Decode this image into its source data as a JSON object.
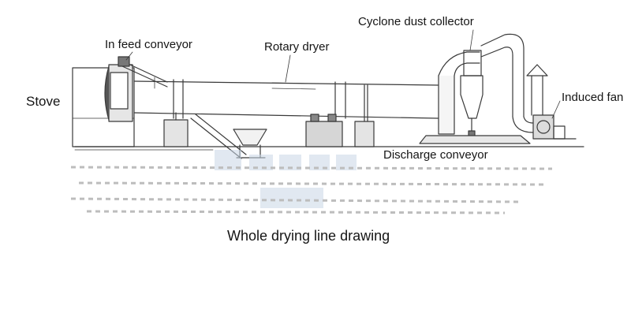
{
  "labels": {
    "in_feed_conveyor": "In feed conveyor",
    "rotary_dryer": "Rotary dryer",
    "cyclone_dust_collector": "Cyclone dust collector",
    "stove": "Stove",
    "induced_fan": "Induced fan",
    "discharge_conveyor": "Discharge conveyor"
  },
  "caption": "Whole drying line drawing",
  "colors": {
    "line": "#3a3a3a",
    "paper": "#ffffff",
    "watermark": "#c9d7e6"
  }
}
